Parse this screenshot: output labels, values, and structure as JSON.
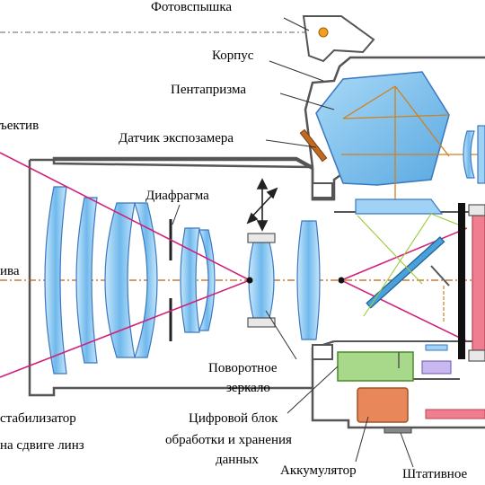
{
  "labels": {
    "flash": "Фотовспышка",
    "body": "Корпус",
    "pentaprism": "Пентапризма",
    "meter": "Датчик экспозамера",
    "lens": "ъектив",
    "aperture": "Диафрагма",
    "axis": "ива",
    "mirror_1": "Поворотное",
    "mirror_2": "зеркало",
    "stab_1": "стабилизатор",
    "stab_2": "на сдвиге линз",
    "proc_1": "Цифровой блок",
    "proc_2": "обработки и хранения",
    "proc_3": "данных",
    "battery": "Аккумулятор",
    "tripod": "Штативное"
  },
  "colors": {
    "outline": "#555555",
    "lens_fill": "#8cc8f0",
    "lens_stroke": "#3a78c0",
    "prism_fill": "#7ec3ef",
    "ray": "#d0207a",
    "prism_ray": "#d08020",
    "axis": "#c06010",
    "sensor_red": "#ef7f90",
    "board_green": "#a8d88a",
    "battery_orange": "#e8875a"
  }
}
